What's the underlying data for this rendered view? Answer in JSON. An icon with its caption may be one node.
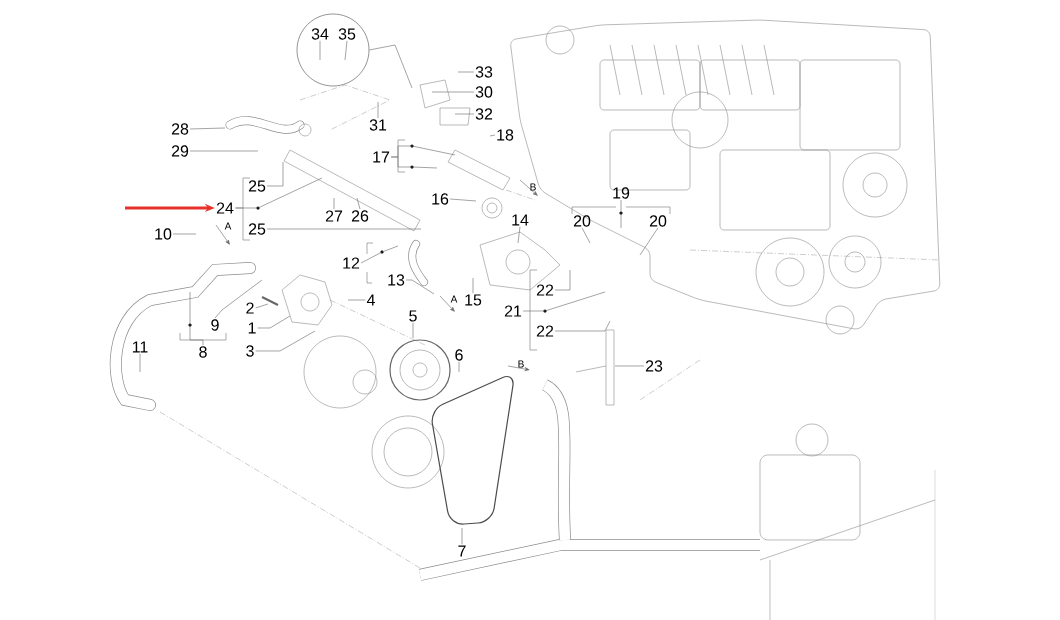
{
  "diagram": {
    "nodes": [
      {
        "text": [],
        "shape": "circle"
      },
      {
        "text": [
          "34"
        ],
        "in": 0
      },
      {
        "text": [
          "35"
        ],
        "in": 0
      },
      {
        "text": [
          "33"
        ]
      },
      {
        "text": [
          "30"
        ]
      },
      {
        "text": [
          "32"
        ]
      },
      {
        "text": [
          "31"
        ]
      },
      {
        "text": [
          "28"
        ]
      },
      {
        "text": [
          "18"
        ]
      },
      {
        "text": [
          "29"
        ]
      },
      {
        "text": [
          "17"
        ]
      },
      {
        "text": [
          "25"
        ]
      },
      {
        "text": [
          "19"
        ]
      },
      {
        "text": [
          "16"
        ]
      },
      {
        "text": [
          "24"
        ]
      },
      {
        "text": [
          "27"
        ]
      },
      {
        "text": [
          "26"
        ]
      },
      {
        "text": [
          "14"
        ]
      },
      {
        "text": [
          "20"
        ]
      },
      {
        "text": [
          "20"
        ]
      },
      {
        "text": [
          "10"
        ]
      },
      {
        "text": [
          "25"
        ]
      },
      {
        "text": [
          "12"
        ]
      },
      {
        "text": [
          "13"
        ]
      },
      {
        "text": [
          "22"
        ]
      },
      {
        "text": [
          "15"
        ]
      },
      {
        "text": [
          "4"
        ]
      },
      {
        "text": [
          "2"
        ]
      },
      {
        "text": [
          "21"
        ]
      },
      {
        "text": [
          "9"
        ]
      },
      {
        "text": [
          "1"
        ]
      },
      {
        "text": [
          "22"
        ]
      },
      {
        "text": [
          "3"
        ]
      },
      {
        "text": [
          "5"
        ]
      },
      {
        "text": [
          "8"
        ]
      },
      {
        "text": [
          "11"
        ]
      },
      {
        "text": [
          "6"
        ]
      },
      {
        "text": [
          "23"
        ]
      },
      {
        "text": [
          "7"
        ]
      }
    ],
    "edges": [
      {
        "from": 0,
        "to": null,
        "arrow": "none"
      },
      {
        "from": 1,
        "to": null,
        "arrow": "none"
      },
      {
        "from": 2,
        "to": null,
        "arrow": "none"
      },
      {
        "from": 3,
        "to": null,
        "arrow": "none"
      },
      {
        "from": 4,
        "to": null,
        "arrow": "none"
      },
      {
        "from": 5,
        "to": null,
        "arrow": "none"
      },
      {
        "from": 6,
        "to": null,
        "arrow": "none"
      },
      {
        "from": 7,
        "to": null,
        "arrow": "none"
      },
      {
        "from": 8,
        "to": null,
        "arrow": "none"
      },
      {
        "from": 9,
        "to": null,
        "arrow": "none"
      },
      {
        "from": 10,
        "to": null,
        "arrow": "none"
      },
      {
        "from": 10,
        "to": null,
        "arrow": "none"
      },
      {
        "from": 11,
        "to": null,
        "arrow": "none"
      },
      {
        "from": 12,
        "to": null,
        "arrow": "none"
      },
      {
        "from": 13,
        "to": null,
        "arrow": "none"
      },
      {
        "from": 14,
        "to": null,
        "arrow": "none"
      },
      {
        "from": 15,
        "to": null,
        "arrow": "none"
      },
      {
        "from": 16,
        "to": null,
        "arrow": "none"
      },
      {
        "from": 17,
        "to": null,
        "arrow": "none"
      },
      {
        "from": 18,
        "to": null,
        "arrow": "none"
      },
      {
        "from": 19,
        "to": null,
        "arrow": "none"
      },
      {
        "from": 20,
        "to": null,
        "arrow": "none"
      },
      {
        "from": 21,
        "to": null,
        "arrow": "none"
      },
      {
        "from": 22,
        "to": null,
        "arrow": "none"
      },
      {
        "from": 23,
        "to": null,
        "arrow": "none"
      },
      {
        "from": 24,
        "to": null,
        "arrow": "none"
      },
      {
        "from": 25,
        "to": null,
        "arrow": "none"
      },
      {
        "from": 26,
        "to": null,
        "arrow": "none"
      },
      {
        "from": 27,
        "to": null,
        "arrow": "none"
      },
      {
        "from": 28,
        "to": null,
        "arrow": "none"
      },
      {
        "from": 29,
        "to": null,
        "arrow": "none"
      },
      {
        "from": 30,
        "to": null,
        "arrow": "none"
      },
      {
        "from": 31,
        "to": null,
        "arrow": "none"
      },
      {
        "from": 32,
        "to": null,
        "arrow": "none"
      },
      {
        "from": 33,
        "to": null,
        "arrow": "none"
      },
      {
        "from": 34,
        "to": null,
        "arrow": "none"
      },
      {
        "from": 35,
        "to": null,
        "arrow": "none"
      },
      {
        "from": 36,
        "to": null,
        "arrow": "none"
      },
      {
        "from": 37,
        "to": null,
        "arrow": "none"
      },
      {
        "from": 38,
        "to": null,
        "arrow": "none"
      },
      {
        "from": null,
        "to": 14,
        "arrow": "to",
        "style": "thick",
        "color": "#e8312a"
      }
    ],
    "labels": [
      "B",
      "A",
      "A",
      "B"
    ]
  }
}
